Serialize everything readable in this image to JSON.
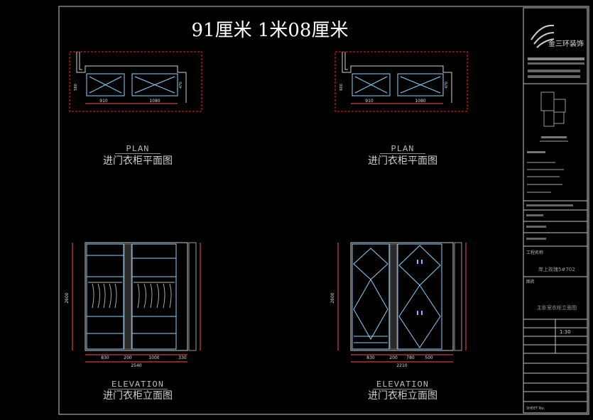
{
  "header": {
    "title": "91厘米 1米08厘米"
  },
  "panels": {
    "plan_left": {
      "en": "PLAN",
      "cn": "进门衣柜平面图"
    },
    "plan_right": {
      "en": "PLAN",
      "cn": "进门衣柜平面图"
    },
    "elev_left": {
      "en": "ELEVATION",
      "cn": "进门衣柜立面图"
    },
    "elev_right": {
      "en": "ELEVATION",
      "cn": "进门衣柜立面图"
    }
  },
  "dimensions": {
    "plan_left": [
      "910",
      "1080",
      "580",
      "470"
    ],
    "plan_right": [
      "910",
      "1080",
      "600",
      "470"
    ],
    "elev_left": [
      "830",
      "200",
      "1000",
      "330",
      "2540",
      "2600"
    ],
    "elev_right": [
      "830",
      "200",
      "780",
      "500",
      "2210",
      "2600"
    ]
  },
  "titleblock": {
    "company_brand": "金三环装饰",
    "project_label": "工程名称",
    "project_value": "岸上玫瑰5#702",
    "drawing_label": "图名",
    "drawing_value": "主卧室衣柜立面图",
    "scale_value": "1:30",
    "sheet_label": "SHEET No."
  },
  "colors": {
    "frame": "#c8c8c8",
    "cabinet": "#8fd3ff",
    "dimension": "#ff4f4f",
    "dash_box": "#ff2020",
    "text": "#cfcfcf"
  }
}
